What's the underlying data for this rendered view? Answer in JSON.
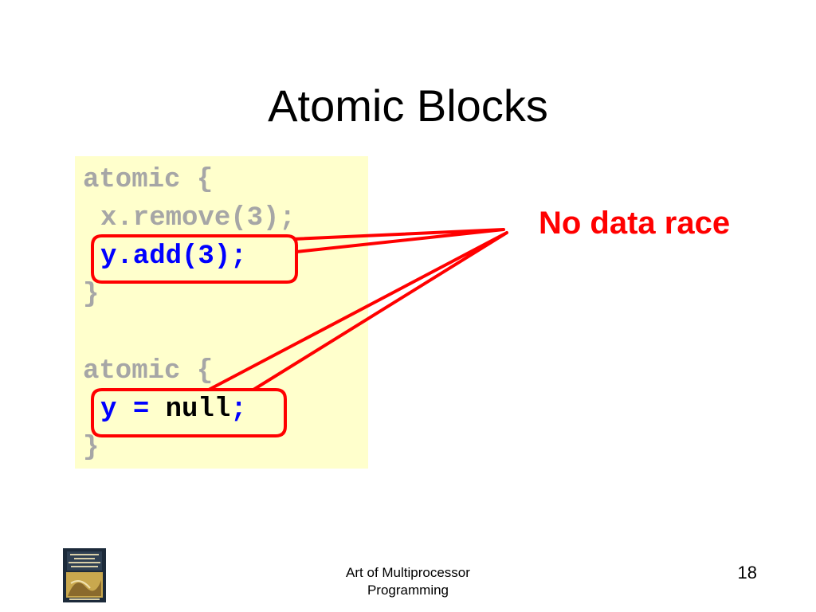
{
  "slide": {
    "title": "Atomic Blocks",
    "callout": "No data race",
    "page_number": "18",
    "footer": {
      "line1": "Art of Multiprocessor",
      "line2": "Programming"
    }
  },
  "code": {
    "block1": {
      "open": "atomic {",
      "line1": "x.remove(3);",
      "line2": "y.add(3);",
      "close": "}"
    },
    "block2": {
      "open": "atomic {",
      "line_y": "y",
      "line_eq": "=",
      "line_null": "null",
      "line_semi": ";",
      "close": "}"
    }
  },
  "colors": {
    "code_gray": "#a6a6a6",
    "code_blue": "#0000ff",
    "code_black": "#000000",
    "accent_red": "#ff0000",
    "code_background": "#ffffcc"
  },
  "icons": {
    "book_cover": "book-cover-icon"
  }
}
